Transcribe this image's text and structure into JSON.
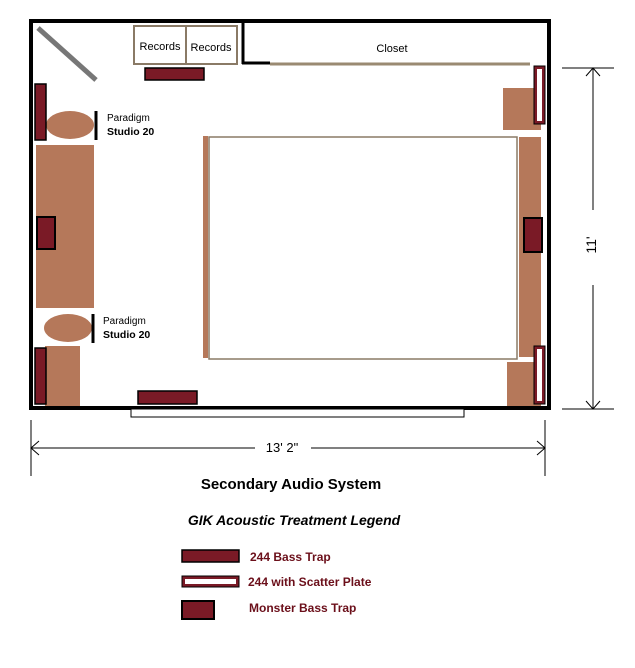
{
  "room": {
    "records_left": "Records",
    "records_right": "Records",
    "closet": "Closet"
  },
  "speakers": {
    "top": {
      "brand": "Paradigm",
      "model": "Studio 20"
    },
    "bottom": {
      "brand": "Paradigm",
      "model": "Studio 20"
    }
  },
  "dimensions": {
    "height": "11'",
    "width": "13' 2\""
  },
  "title": "Secondary Audio System",
  "legend": {
    "title": "GIK Acoustic Treatment Legend",
    "items": [
      {
        "label": "244 Bass Trap"
      },
      {
        "label": "244 with Scatter Plate"
      },
      {
        "label": "Monster Bass Trap"
      }
    ]
  },
  "colors": {
    "wall": "#000000",
    "furniture": "#b5785a",
    "bass_trap": "#7a1a26",
    "legend_text": "#6b0f1a"
  }
}
